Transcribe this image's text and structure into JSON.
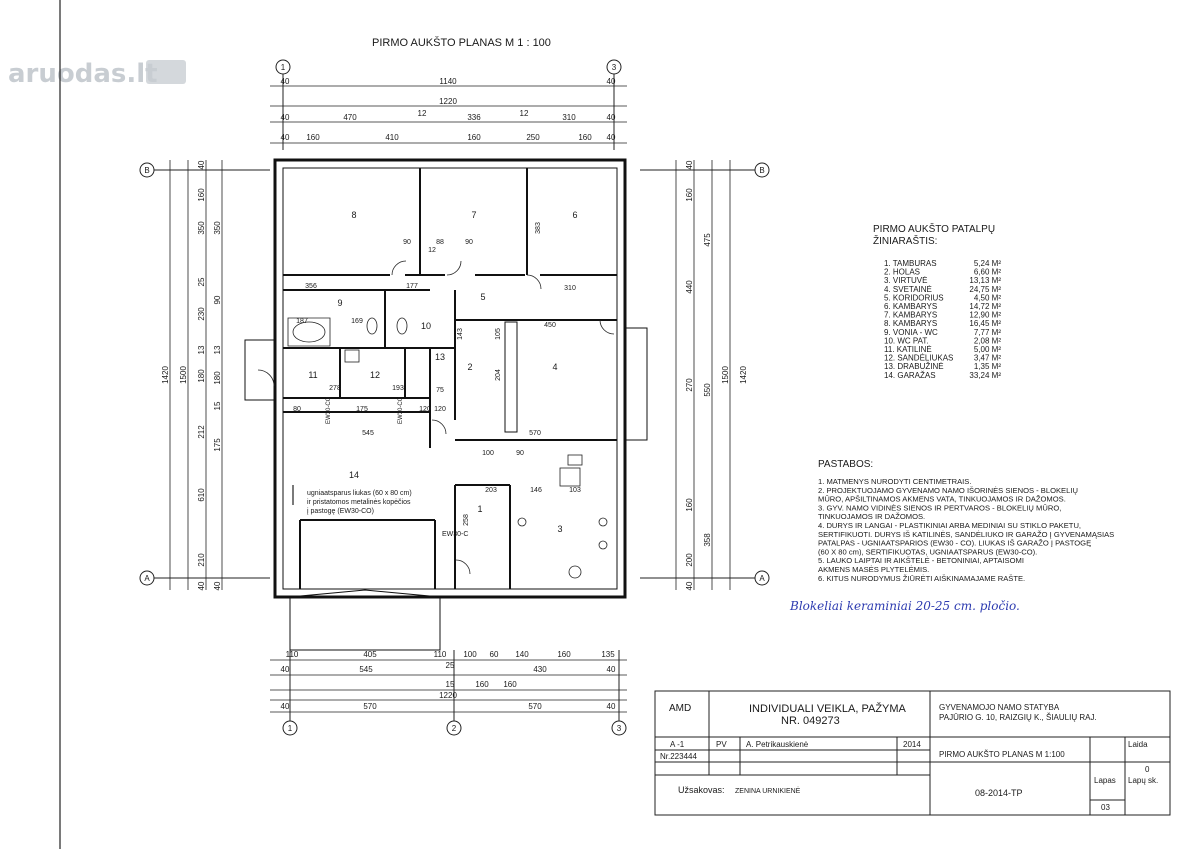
{
  "watermark": "aruodas.lt",
  "title": "PIRMO AUKŠTO PLANAS  M 1 : 100",
  "axes": {
    "a": "A",
    "b": "B",
    "n1": "1",
    "n2": "2",
    "n3": "3"
  },
  "dims_top": {
    "r1": [
      "40",
      "1140",
      "40"
    ],
    "r2": [
      "1220"
    ],
    "r3": [
      "40",
      "470",
      "12",
      "336",
      "12",
      "310",
      "40"
    ],
    "r4": [
      "40",
      "160",
      "410",
      "160",
      "250",
      "160",
      "40"
    ]
  },
  "dims_bottom": {
    "r1": [
      "110",
      "405",
      "110",
      "100",
      "60",
      "140",
      "160",
      "135"
    ],
    "r2": [
      "40",
      "545",
      "25",
      "430",
      "40"
    ],
    "r3": [
      "15",
      "160",
      "160"
    ],
    "r4": [
      "1220"
    ],
    "r5": [
      "40",
      "570",
      "570",
      "40"
    ]
  },
  "dims_left": {
    "outer": [
      "1420"
    ],
    "mid": [
      "1500"
    ],
    "inner": [
      "40",
      "160",
      "350",
      "25",
      "230",
      "13",
      "180",
      "212",
      "610",
      "210",
      "40"
    ],
    "detail": [
      "350",
      "90",
      "13",
      "180",
      "15",
      "175",
      "40"
    ]
  },
  "dims_right": {
    "outer": [
      "1420"
    ],
    "mid": [
      "1500"
    ],
    "inner": [
      "40",
      "160",
      "475",
      "440",
      "270",
      "550",
      "160",
      "358",
      "200",
      "40"
    ]
  },
  "plan_labels": {
    "rooms": [
      "1",
      "2",
      "3",
      "4",
      "5",
      "6",
      "7",
      "8",
      "9",
      "10",
      "11",
      "12",
      "13",
      "14"
    ],
    "dims": [
      "356",
      "187",
      "169",
      "177",
      "90",
      "88",
      "90",
      "383",
      "310",
      "450",
      "278",
      "193",
      "175",
      "120",
      "545",
      "570",
      "203",
      "146",
      "103",
      "258",
      "100",
      "120",
      "143",
      "105",
      "204",
      "80",
      "90",
      "12",
      "75"
    ],
    "fire": [
      "EW30-CO",
      "EW30-CO",
      "EW30-C"
    ],
    "note": [
      "ugniaatsparus liukas (60 x 80 cm)",
      "ir pristatomos metalinės kopėčios",
      "į pastogę (EW30-CO)"
    ]
  },
  "rooms_table": {
    "title_l1": "PIRMO AUKŠTO PATALPŲ",
    "title_l2": "ŽINIARAŠTIS:",
    "items": [
      {
        "name": "1. TAMBURAS",
        "area": "5,24 M²"
      },
      {
        "name": "2. HOLAS",
        "area": "6,60 M²"
      },
      {
        "name": "3. VIRTUVĖ",
        "area": "13,13 M²"
      },
      {
        "name": "4. SVETAINĖ",
        "area": "24,75 M²"
      },
      {
        "name": "5. KORIDORIUS",
        "area": "4,50 M²"
      },
      {
        "name": "6. KAMBARYS",
        "area": "14,72 M²"
      },
      {
        "name": "7. KAMBARYS",
        "area": "12,90 M²"
      },
      {
        "name": "8. KAMBARYS",
        "area": "16,45 M²"
      },
      {
        "name": "9. VONIA - WC",
        "area": "7,77 M²"
      },
      {
        "name": "10. WC PAT.",
        "area": "2,08 M²"
      },
      {
        "name": "11. KATILINĖ",
        "area": "5,00 M²"
      },
      {
        "name": "12. SANDĖLIUKAS",
        "area": "3,47 M²"
      },
      {
        "name": "13. DRABUŽINĖ",
        "area": "1,35 M²"
      },
      {
        "name": "14. GARAŽAS",
        "area": "33,24 M²"
      }
    ]
  },
  "notes": {
    "title": "PASTABOS:",
    "lines": [
      "1. MATMENYS NURODYTI CENTIMETRAIS.",
      "2. PROJEKTUOJAMO GYVENAMO NAMO IŠORINĖS SIENOS  - BLOKELIŲ",
      "    MŪRO, APŠILTINAMOS AKMENS VATA, TINKUOJAMOS IR DAŽOMOS.",
      "3. GYV. NAMO  VIDINĖS SIENOS IR PERTVAROS - BLOKELIŲ MŪRO,",
      "    TINKUOJAMOS IR DAŽOMOS.",
      "4. DURYS IR LANGAI - PLASTIKINIAI ARBA MEDINIAI SU STIKLO PAKETU,",
      "    SERTIFIKUOTI. DURYS IŠ KATILINĖS, SANDĖLIUKO IR GARAŽO Į GYVENAMĄSIAS",
      "    PATALPAS - UGNIAATSPARIOS (EW30 - CO). LIUKAS IŠ GARAŽO Į PASTOGĘ",
      "    (60 X 80 cm), SERTIFIKUOTAS, UGNIAATSPARUS (EW30-CO).",
      "5. LAUKO LAIPTAI IR  AIKŠTELĖ - BETONINIAI, APTAISOMI",
      "    AKMENS MASĖS PLYTELĖMIS.",
      "6. KITUS NURODYMUS ŽIŪRĖTI AIŠKINAMAJAME RAŠTE."
    ],
    "handwritten": "Blokeliai keraminiai 20-25 cm. pločio."
  },
  "title_block": {
    "amd": "AMD",
    "org_l1": "INDIVIDUALI VEIKLA, PAŽYMA",
    "org_l2": "NR. 049273",
    "project_l1": "GYVENAMOJO NAMO STATYBA",
    "project_l2": "PAJŪRIO G. 10, RAIZGIŲ K., ŠIAULIŲ RAJ.",
    "qual": "A -1",
    "role": "PV",
    "author": "A. Petrikauskienė",
    "year": "2014",
    "cert": "Nr.223444",
    "sheet_name": "PIRMO AUKŠTO PLANAS  M 1:100",
    "laida_label": "Laida",
    "laida_value": "0",
    "customer_label": "Užsakovas:",
    "customer": "ZENINA URNIKIENĖ",
    "code": "08-2014-TP",
    "lapas_label": "Lapas",
    "lapas_value": "03",
    "lapu_label": "Lapų sk."
  }
}
